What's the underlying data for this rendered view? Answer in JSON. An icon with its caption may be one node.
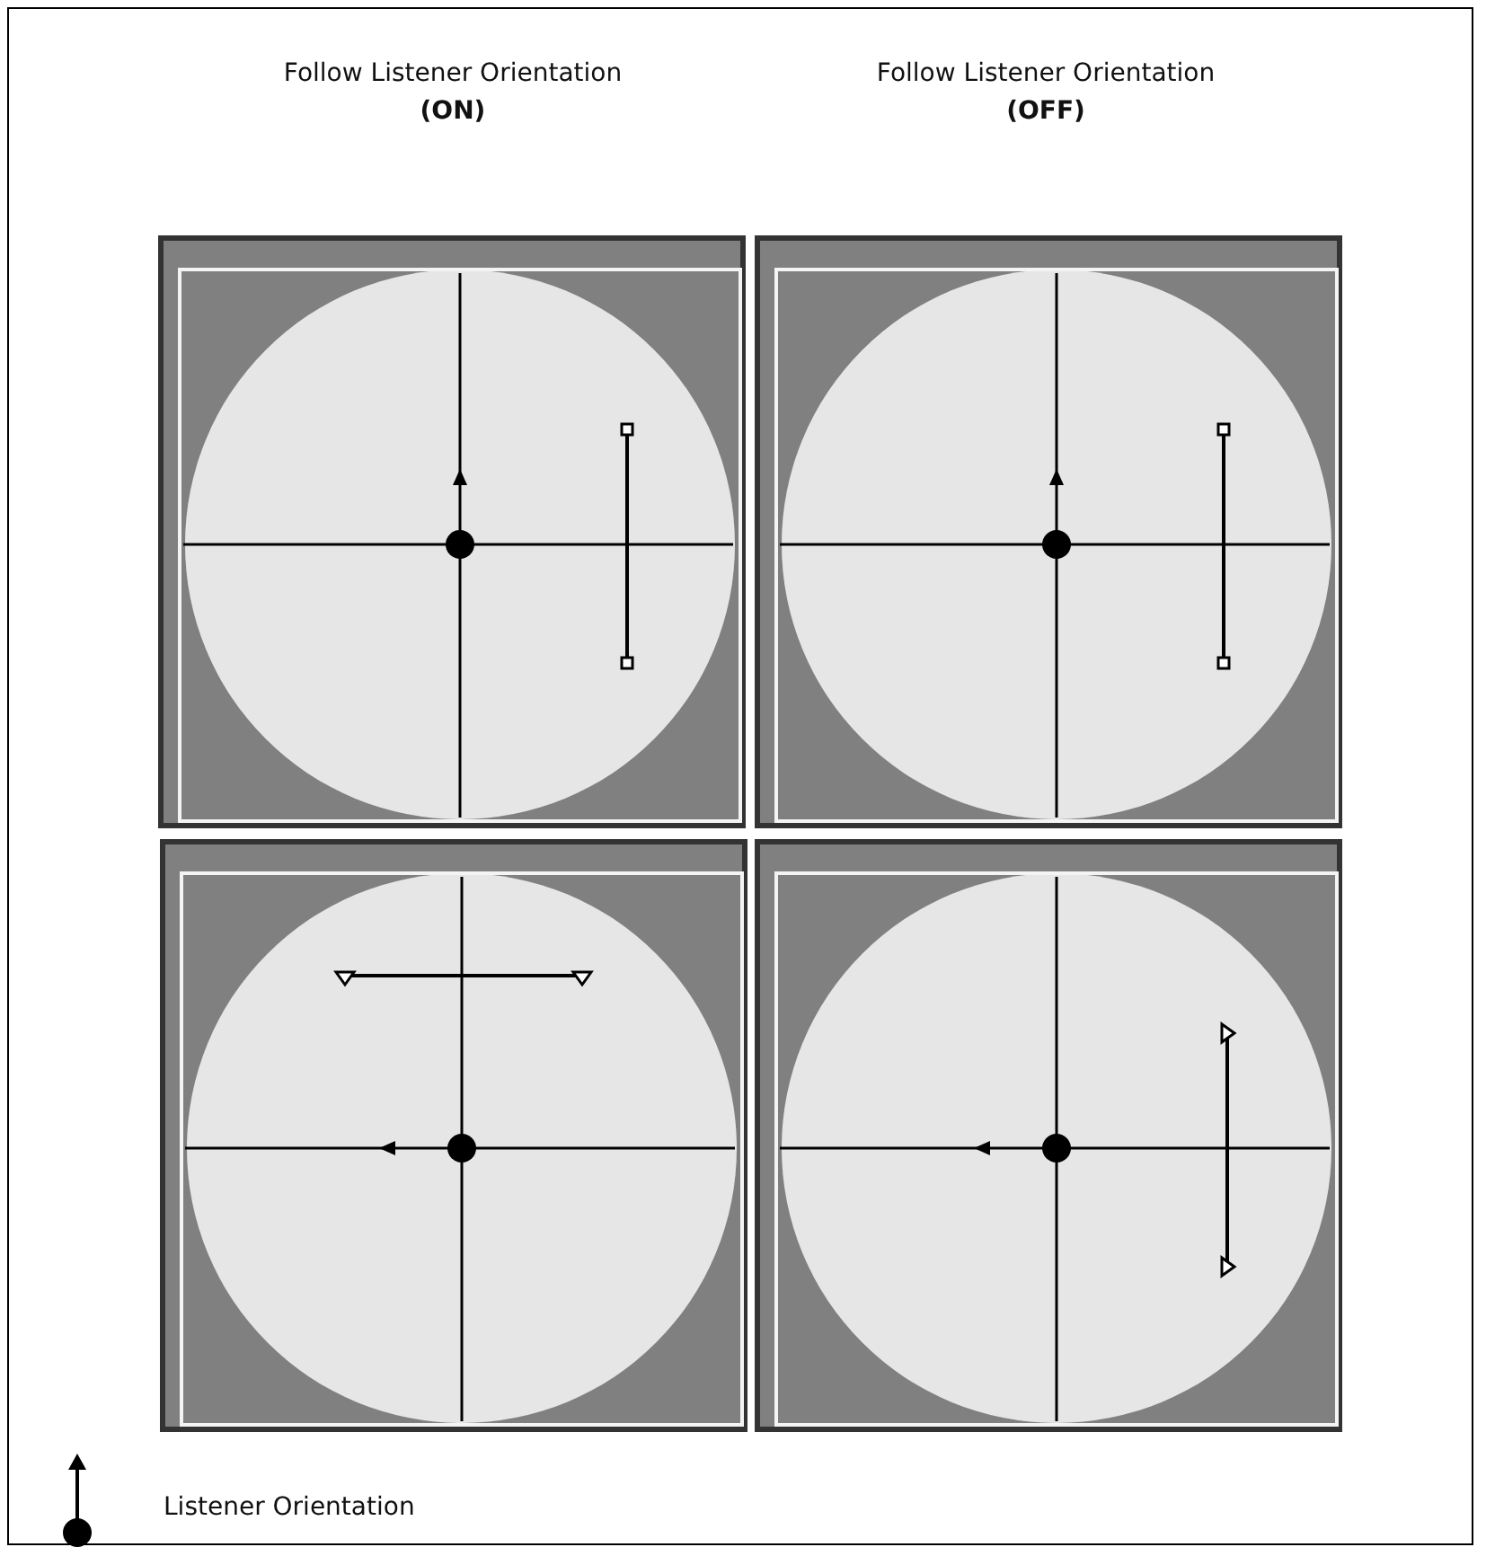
{
  "diagram": {
    "labels": [
      "Follow Listener Orientation **(ON)**",
      "Follow Listener Orientation **(OFF)**"
    ],
    "legend": [
      {
        "text": "Listener Orientation"
      }
    ]
  }
}
